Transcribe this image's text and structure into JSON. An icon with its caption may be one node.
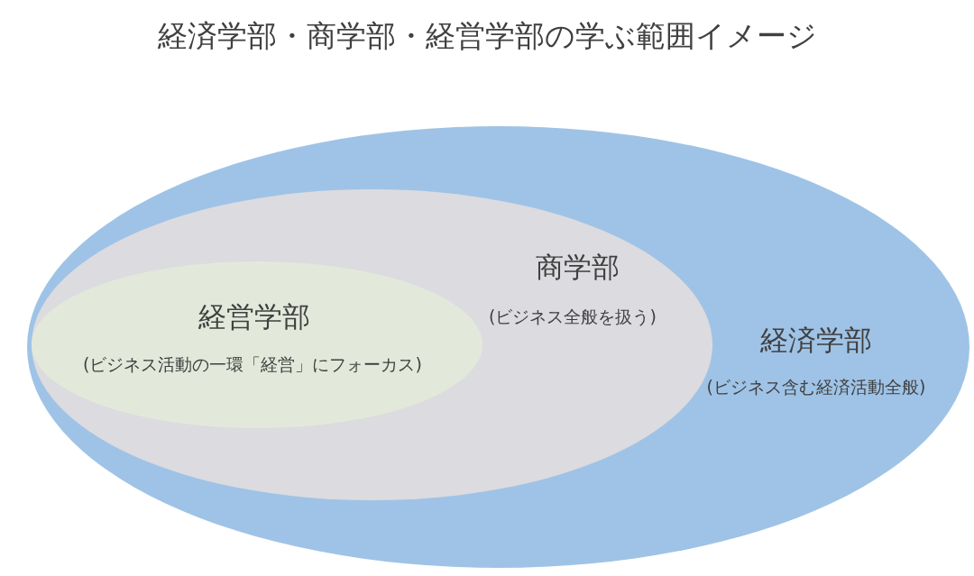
{
  "diagram": {
    "title": "経済学部・商学部・経営学部の学ぶ範囲イメージ",
    "nodes": [
      {
        "text": [
          "経済学部",
          "(ビジネス含む経済活動全般)"
        ]
      },
      {
        "text": [
          "商学部",
          "(ビジネス全般を扱う)"
        ],
        "in": 0
      },
      {
        "text": [
          "経営学部",
          "(ビジネス活動の一環「経営」にフォーカス)"
        ],
        "in": 1
      }
    ]
  }
}
